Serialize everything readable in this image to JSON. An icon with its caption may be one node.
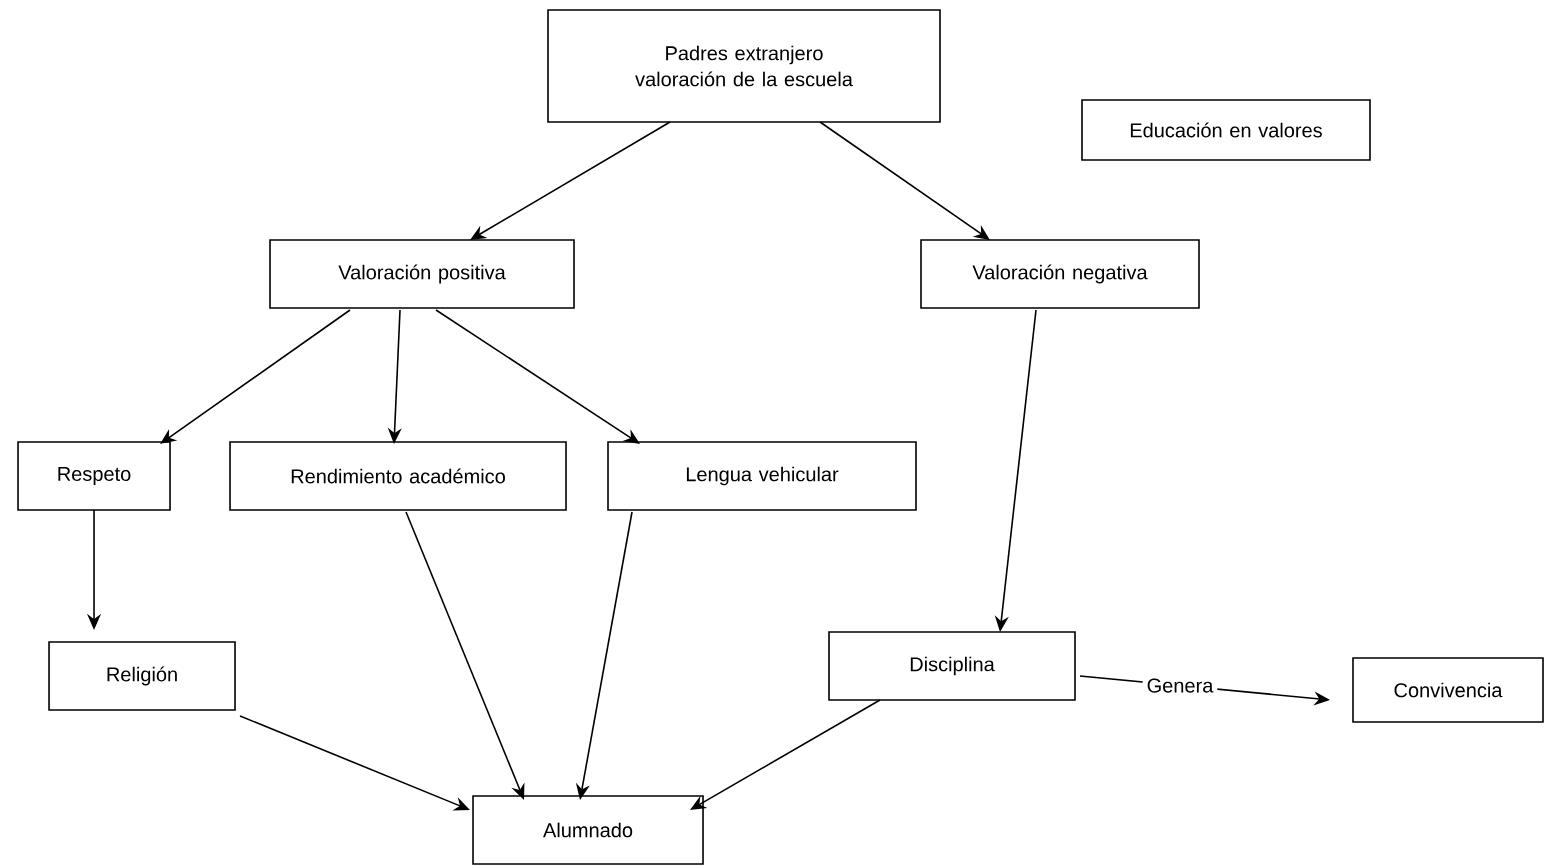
{
  "diagram": {
    "nodes": [
      {
        "text": [
          "Padres extranjero valoración de la escuela"
        ]
      },
      {
        "text": [
          "Educación en valores"
        ]
      },
      {
        "text": [
          "Valoración positiva"
        ]
      },
      {
        "text": [
          "Valoración negativa"
        ]
      },
      {
        "text": [
          "Respeto"
        ]
      },
      {
        "text": [
          "Rendimiento académico"
        ]
      },
      {
        "text": [
          "Lengua vehicular"
        ]
      },
      {
        "text": [
          "Religión"
        ]
      },
      {
        "text": [
          "Disciplina"
        ]
      },
      {
        "text": [
          "Convivencia"
        ]
      },
      {
        "text": [
          "Alumnado"
        ]
      }
    ],
    "edges": [
      {
        "from": 0,
        "to": 2,
        "arrow": "to"
      },
      {
        "from": 0,
        "to": 3,
        "arrow": "to"
      },
      {
        "from": 2,
        "to": 4,
        "arrow": "to"
      },
      {
        "from": 2,
        "to": 5,
        "arrow": "to"
      },
      {
        "from": 2,
        "to": 6,
        "arrow": "to"
      },
      {
        "from": 4,
        "to": 7,
        "arrow": "to"
      },
      {
        "from": 3,
        "to": 8,
        "arrow": "to"
      },
      {
        "from": 8,
        "to": 9,
        "arrow": "to",
        "label": "Genera"
      },
      {
        "from": 7,
        "to": 10,
        "arrow": "to"
      },
      {
        "from": 5,
        "to": 10,
        "arrow": "to"
      },
      {
        "from": 6,
        "to": 10,
        "arrow": "to"
      },
      {
        "from": 8,
        "to": 10,
        "arrow": "to"
      }
    ]
  }
}
